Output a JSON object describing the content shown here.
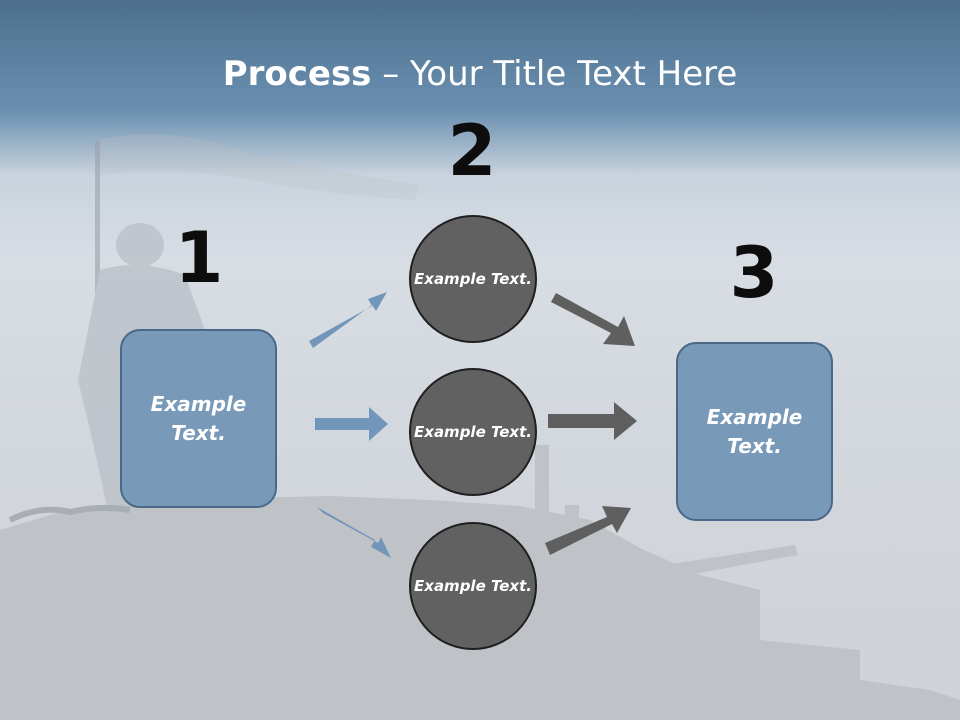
{
  "slide": {
    "title_bold": "Process",
    "title_rest": " – Your Title Text Here",
    "steps": [
      "1",
      "2",
      "3"
    ],
    "left_box": "Example Text.",
    "circles": [
      "Example Text.",
      "Example Text.",
      "Example Text."
    ],
    "right_box": "Example Text."
  },
  "colors": {
    "box_fill": "#7899b8",
    "circle_fill": "#616161",
    "arrow_blue": "#7296b9",
    "arrow_gray": "#5f5f5f"
  },
  "background_icons": [
    "soldier-with-flag-silhouette",
    "tank-silhouette"
  ]
}
